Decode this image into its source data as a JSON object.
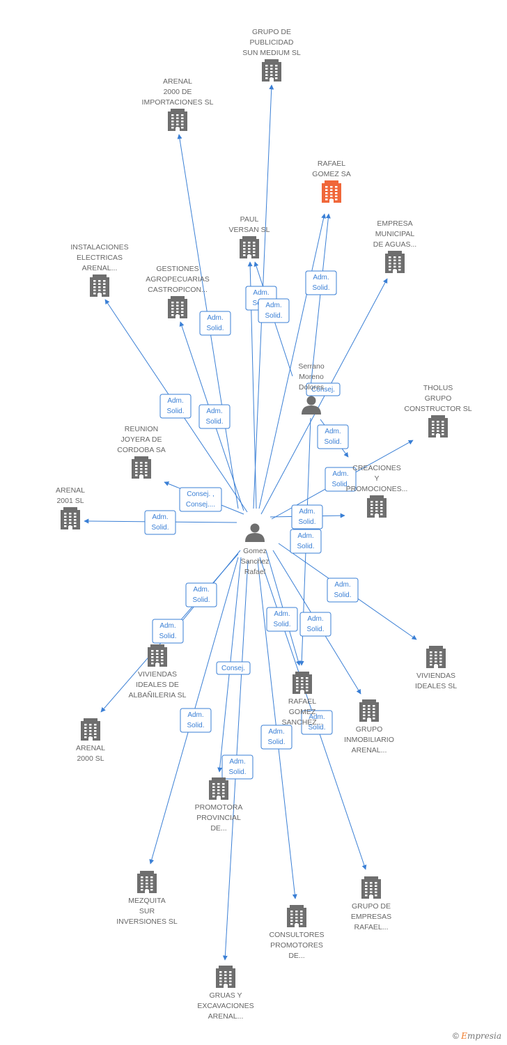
{
  "colors": {
    "edge": "#3a7fd5",
    "company": "#6e6e6e",
    "highlight": "#f0673a",
    "person": "#6e6e6e",
    "label": "#666666"
  },
  "center": {
    "id": "gomez",
    "label": [
      "Gomez",
      "Sanchez",
      "Rafael"
    ],
    "icon": "person-icon"
  },
  "nodes": [
    {
      "id": "grupo_publicidad",
      "type": "company",
      "label": [
        "GRUPO DE",
        "PUBLICIDAD",
        "SUN MEDIUM SL"
      ]
    },
    {
      "id": "arenal2000imp",
      "type": "company",
      "label": [
        "ARENAL",
        "2000 DE",
        "IMPORTACIONES SL"
      ]
    },
    {
      "id": "rafael_gomez_sa",
      "type": "company",
      "highlight": true,
      "label": [
        "RAFAEL",
        "GOMEZ SA"
      ]
    },
    {
      "id": "paul_versan",
      "type": "company",
      "label": [
        "PAUL",
        "VERSAN SL"
      ]
    },
    {
      "id": "empresa_municipal",
      "type": "company",
      "label": [
        "EMPRESA",
        "MUNICIPAL",
        "DE AGUAS..."
      ]
    },
    {
      "id": "instalaciones",
      "type": "company",
      "label": [
        "INSTALACIONES",
        "ELECTRICAS",
        "ARENAL..."
      ]
    },
    {
      "id": "gestiones",
      "type": "company",
      "label": [
        "GESTIONES",
        "AGROPECUARIAS",
        "CASTROPICON..."
      ]
    },
    {
      "id": "serrano",
      "type": "person",
      "label": [
        "Serrano",
        "Moreno",
        "Dolores"
      ]
    },
    {
      "id": "tholus",
      "type": "company",
      "label": [
        "THOLUS",
        "GRUPO",
        "CONSTRUCTOR SL"
      ]
    },
    {
      "id": "reunion",
      "type": "company",
      "label": [
        "REUNION",
        "JOYERA DE",
        "CORDOBA SA"
      ]
    },
    {
      "id": "creaciones",
      "type": "company",
      "label": [
        "CREACIONES",
        "Y",
        "PROMOCIONES..."
      ]
    },
    {
      "id": "arenal2001",
      "type": "company",
      "label": [
        "ARENAL",
        "2001 SL"
      ]
    },
    {
      "id": "viviendas_alb",
      "type": "company",
      "label": [
        "VIVIENDAS",
        "IDEALES DE",
        "ALBAÑILERIA SL"
      ]
    },
    {
      "id": "viviendas_ideales",
      "type": "company",
      "label": [
        "VIVIENDAS",
        "IDEALES SL"
      ]
    },
    {
      "id": "rafael_gomez_sanch",
      "type": "company",
      "label": [
        "RAFAEL",
        "GOMEZ",
        "SANCHEZ..."
      ]
    },
    {
      "id": "grupo_inmob",
      "type": "company",
      "label": [
        "GRUPO",
        "INMOBILIARIO",
        "ARENAL..."
      ]
    },
    {
      "id": "arenal2000",
      "type": "company",
      "label": [
        "ARENAL",
        "2000 SL"
      ]
    },
    {
      "id": "promotora",
      "type": "company",
      "label": [
        "PROMOTORA",
        "PROVINCIAL",
        "DE..."
      ]
    },
    {
      "id": "mezquita",
      "type": "company",
      "label": [
        "MEZQUITA",
        "SUR",
        "INVERSIONES SL"
      ]
    },
    {
      "id": "grupo_empresas",
      "type": "company",
      "label": [
        "GRUPO DE",
        "EMPRESAS",
        "RAFAEL..."
      ]
    },
    {
      "id": "consultores",
      "type": "company",
      "label": [
        "CONSULTORES",
        "PROMOTORES",
        "DE..."
      ]
    },
    {
      "id": "gruas",
      "type": "company",
      "label": [
        "GRUAS Y",
        "EXCAVACIONES",
        "ARENAL..."
      ]
    }
  ],
  "edges": [
    {
      "from": "gomez",
      "to": "grupo_publicidad",
      "relation": [
        "Adm.",
        "Solid."
      ]
    },
    {
      "from": "gomez",
      "to": "arenal2000imp",
      "relation": [
        "Adm.",
        "Solid."
      ]
    },
    {
      "from": "gomez",
      "to": "rafael_gomez_sa",
      "relation": [
        "Adm.",
        "Solid."
      ]
    },
    {
      "from": "serrano",
      "to": "rafael_gomez_sa",
      "relation": [
        "Adm.",
        "Solid."
      ]
    },
    {
      "from": "gomez",
      "to": "paul_versan",
      "relation": [
        "Adm.",
        "Solid."
      ]
    },
    {
      "from": "serrano",
      "to": "paul_versan",
      "relation": [
        "Adm.",
        "Solid."
      ]
    },
    {
      "from": "gomez",
      "to": "empresa_municipal",
      "relation": [
        "Consej."
      ]
    },
    {
      "from": "gomez",
      "to": "instalaciones",
      "relation": [
        "Adm.",
        "Solid."
      ]
    },
    {
      "from": "gomez",
      "to": "gestiones",
      "relation": [
        "Adm.",
        "Solid."
      ]
    },
    {
      "from": "serrano",
      "to": "creaciones",
      "relation": [
        "Adm.",
        "Solid."
      ]
    },
    {
      "from": "gomez",
      "to": "tholus",
      "relation": [
        "Adm.",
        "Solid."
      ]
    },
    {
      "from": "gomez",
      "to": "reunion",
      "relation": [
        "Consej. ,",
        "Consej...."
      ]
    },
    {
      "from": "gomez",
      "to": "creaciones",
      "relation": [
        "Adm.",
        "Solid."
      ]
    },
    {
      "from": "gomez",
      "to": "arenal2001",
      "relation": [
        "Adm.",
        "Solid."
      ]
    },
    {
      "from": "serrano",
      "to": "rafael_gomez_sanch",
      "relation": [
        "Adm.",
        "Solid."
      ]
    },
    {
      "from": "gomez",
      "to": "viviendas_ideales",
      "relation": [
        "Adm.",
        "Solid."
      ]
    },
    {
      "from": "gomez",
      "to": "viviendas_alb",
      "relation": [
        "Adm.",
        "Solid."
      ]
    },
    {
      "from": "gomez",
      "to": "arenal2000",
      "relation": [
        "Adm.",
        "Solid."
      ]
    },
    {
      "from": "gomez",
      "to": "rafael_gomez_sanch",
      "relation": [
        "Adm.",
        "Solid."
      ]
    },
    {
      "from": "gomez",
      "to": "grupo_inmob",
      "relation": [
        "Adm.",
        "Solid."
      ]
    },
    {
      "from": "gomez",
      "to": "promotora",
      "relation": [
        "Consej."
      ]
    },
    {
      "from": "gomez",
      "to": "mezquita",
      "relation": [
        "Adm.",
        "Solid."
      ]
    },
    {
      "from": "gomez",
      "to": "grupo_empresas",
      "relation": [
        "Adm.",
        "Solid."
      ]
    },
    {
      "from": "gomez",
      "to": "consultores",
      "relation": [
        "Adm.",
        "Solid."
      ]
    },
    {
      "from": "gomez",
      "to": "gruas",
      "relation": [
        "Adm.",
        "Solid."
      ]
    }
  ],
  "copyright": {
    "symbol": "©",
    "brand_initial": "E",
    "brand_rest": "mpresia"
  }
}
